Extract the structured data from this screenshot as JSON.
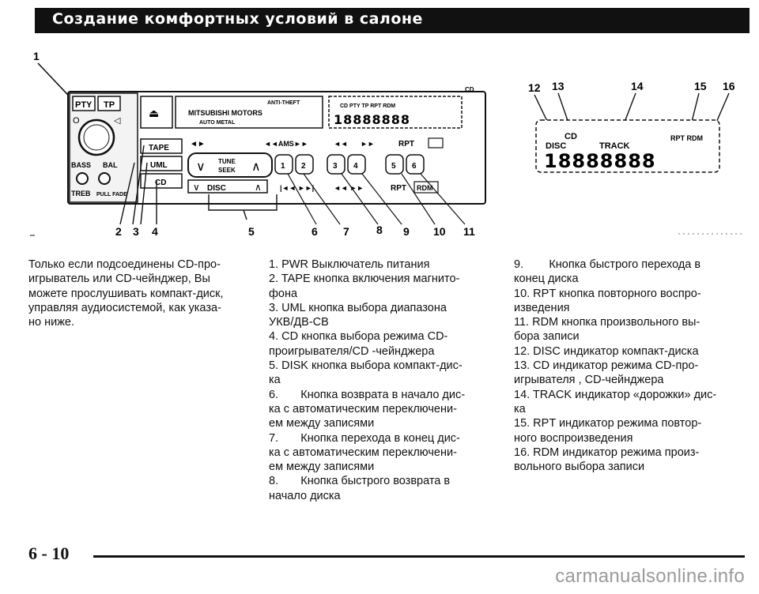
{
  "header": {
    "title": "Создание комфортных условий в салоне"
  },
  "diagram": {
    "callouts": [
      "1",
      "2",
      "3",
      "4",
      "5",
      "6",
      "7",
      "8",
      "9",
      "10",
      "11",
      "12",
      "13",
      "14",
      "15",
      "16"
    ],
    "radio": {
      "pty": "PTY",
      "tp": "TP",
      "bass": "BASS",
      "bal": "BAL",
      "treb": "TREB",
      "pull_fade": "PULL FADE",
      "tape": "TAPE",
      "uml": "UML",
      "cd": "CD",
      "anti_theft": "ANTI-THEFT",
      "brand": "MITSUBISHI MOTORS",
      "auto_metal": "AUTO METAL",
      "tune": "TUNE",
      "seek": "SEEK",
      "disc": "DISC",
      "presets": [
        "1",
        "2",
        "3",
        "4",
        "5",
        "6"
      ],
      "transport": [
        "◄◄AMS►►",
        "◄◄",
        "►►"
      ],
      "rpt": "RPT",
      "rdm": "RDM",
      "cd_logo": "CD"
    },
    "display": {
      "cd": "CD",
      "pty": "PTY",
      "tp": "TP",
      "rpt_rdm": "RPT RDM",
      "disc": "DISC",
      "track": "TRACK",
      "digits": "18888888"
    }
  },
  "columns": {
    "intro": [
      "Только если подсоединены CD-про-",
      "игрыватель или CD-чейнджер, Вы",
      "можете прослушивать компакт-диск,",
      "управляя аудиосистемой, как указа-",
      "но ниже."
    ],
    "list_middle": [
      "1. PWR Выключатель питания",
      "2. TAPE кнопка включения магнито-",
      "фона",
      "3. UML кнопка выбора диапазона",
      "УКВ/ДВ-СВ",
      "4. CD кнопка выбора режима CD-",
      "проигрывателя/CD -чейнджера",
      "5. DISK кнопка выбора компакт-дис-",
      "ка",
      "6.       Кнопка возврата в начало дис-",
      "ка с автоматическим переключени-",
      "ем между записями",
      "7.       Кнопка перехода в конец дис-",
      "ка с автоматическим переключени-",
      "ем между записями",
      "8.       Кнопка быстрого возврата в",
      "начало диска"
    ],
    "list_right": [
      "9.        Кнопка быстрого перехода в",
      "конец диска",
      "10. RPT кнопка повторного воспро-",
      "изведения",
      "11. RDM кнопка произвольного вы-",
      "бора записи",
      "12. DISC индикатор компакт-диска",
      "13. CD индикатор режима CD-про-",
      "игрывателя , CD-чейнджера",
      "14. TRACK индикатор «дорожки» дис-",
      "ка",
      "15. RPT индикатор режима повтор-",
      "ного воспроизведения",
      "16. RDM индикатор режима произ-",
      "вольного выбора записи"
    ]
  },
  "footer": {
    "page": "6 - 10",
    "watermark": "carmanualsonline.info"
  }
}
